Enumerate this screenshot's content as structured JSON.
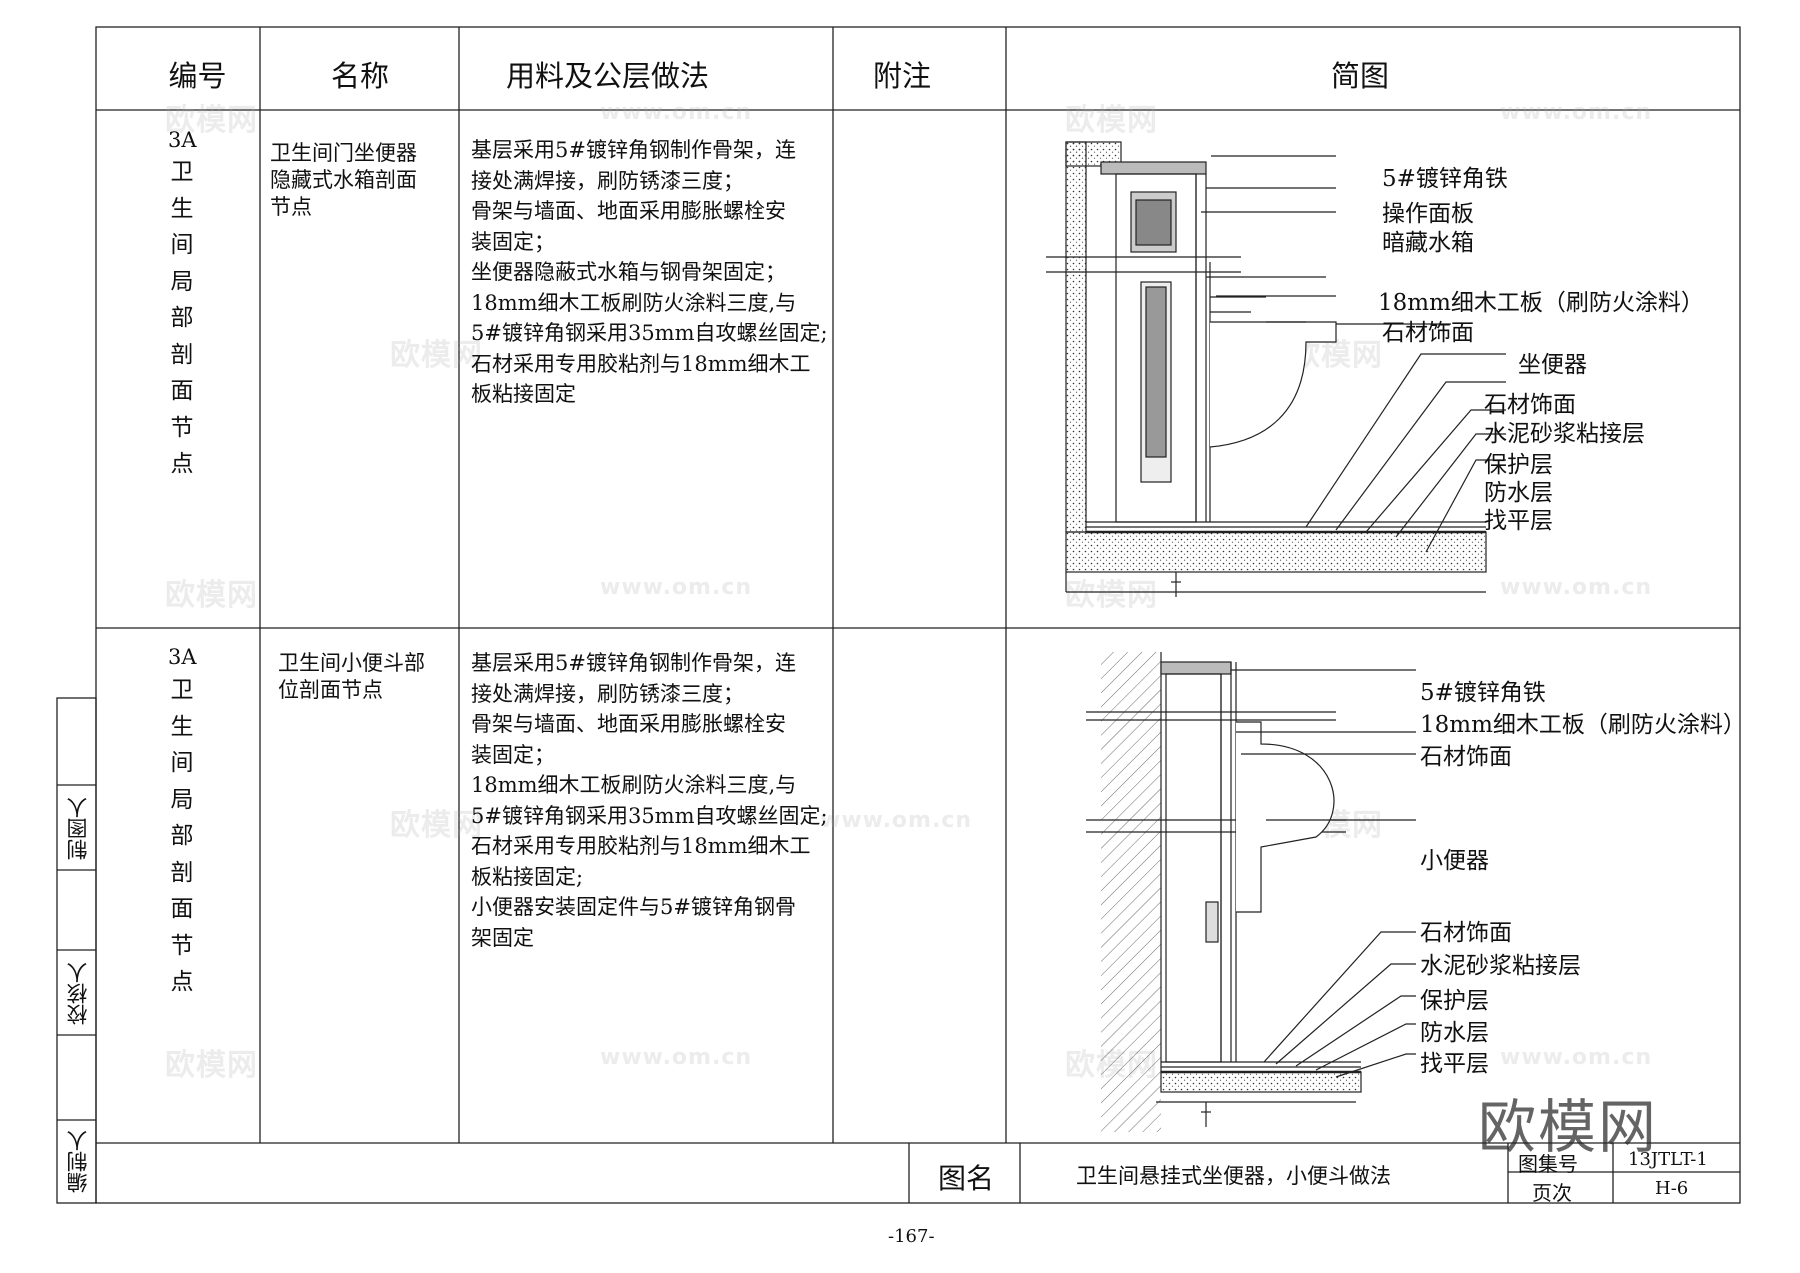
{
  "table": {
    "headers": {
      "col1": "编号",
      "col2": "名称",
      "col3": "用料及公层做法",
      "col4": "附注",
      "col5": "简图"
    },
    "rows": [
      {
        "number": "3A",
        "category": [
          "卫",
          "生",
          "间",
          "局",
          "部",
          "剖",
          "面",
          "节",
          "点"
        ],
        "name": [
          "卫生间门坐便器",
          "隐藏式水箱剖面",
          "节点"
        ],
        "materials": [
          "基层采用5#镀锌角钢制作骨架，连",
          "接处满焊接，刷防锈漆三度；",
          "骨架与墙面、地面采用膨胀螺栓安",
          "装固定；",
          "坐便器隐蔽式水箱与钢骨架固定；",
          "18mm细木工板刷防火涂料三度,与",
          "5#镀锌角钢采用35mm自攻螺丝固定;",
          "石材采用专用胶粘剂与18mm细木工",
          "板粘接固定"
        ],
        "note": "",
        "diagram_labels": [
          "5#镀锌角铁",
          "操作面板",
          "暗藏水箱",
          "18mm细木工板（刷防火涂料）",
          "石材饰面",
          "坐便器",
          "石材饰面",
          "水泥砂浆粘接层",
          "保护层",
          "防水层",
          "找平层"
        ]
      },
      {
        "number": "3A",
        "category": [
          "卫",
          "生",
          "间",
          "局",
          "部",
          "剖",
          "面",
          "节",
          "点"
        ],
        "name": [
          "卫生间小便斗部",
          "位剖面节点"
        ],
        "materials": [
          "基层采用5#镀锌角钢制作骨架，连",
          "接处满焊接，刷防锈漆三度；",
          "骨架与墙面、地面采用膨胀螺栓安",
          "装固定；",
          "18mm细木工板刷防火涂料三度,与",
          "5#镀锌角钢采用35mm自攻螺丝固定;",
          "石材采用专用胶粘剂与18mm细木工",
          "板粘接固定;",
          "小便器安装固定件与5#镀锌角钢骨",
          "架固定"
        ],
        "note": "",
        "diagram_labels": [
          "5#镀锌角铁",
          "18mm细木工板（刷防火涂料）",
          "石材饰面",
          "小便器",
          "石材饰面",
          "水泥砂浆粘接层",
          "保护层",
          "防水层",
          "找平层"
        ]
      }
    ]
  },
  "side_labels": [
    "制图人",
    "校核人",
    "编制人"
  ],
  "footer": {
    "drawing_name_label": "图名",
    "drawing_name": "卫生间悬挂式坐便器，小便斗做法",
    "atlas_label": "图集号",
    "atlas_value": "13JTLT-1",
    "page_label": "页次",
    "page_value": "H-6",
    "page_number": "-167-"
  },
  "watermarks": {
    "brand": "欧模网",
    "site": "www.om.cn"
  }
}
